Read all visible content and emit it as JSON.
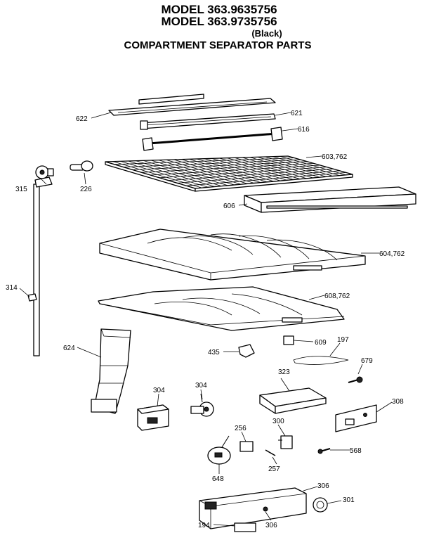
{
  "header": {
    "model_line_1": "MODEL 363.9635756",
    "model_line_2": "MODEL 363.9735756",
    "color_note": "(Black)",
    "section_title": "COMPARTMENT SEPARATOR PARTS"
  },
  "callouts": {
    "p622": "622",
    "p621": "621",
    "p616": "616",
    "p603": "603,762",
    "p315": "315",
    "p226": "226",
    "p606": "606",
    "p604": "604,762",
    "p314": "314",
    "p608": "608,762",
    "p624": "624",
    "p435": "435",
    "p609": "609",
    "p197": "197",
    "p679": "679",
    "p323": "323",
    "p304a": "304",
    "p304b": "304",
    "p308": "308",
    "p256": "256",
    "p300": "300",
    "p568": "568",
    "p257": "257",
    "p648": "648",
    "p306a": "306",
    "p301": "301",
    "p306b": "306",
    "p194": "194"
  }
}
